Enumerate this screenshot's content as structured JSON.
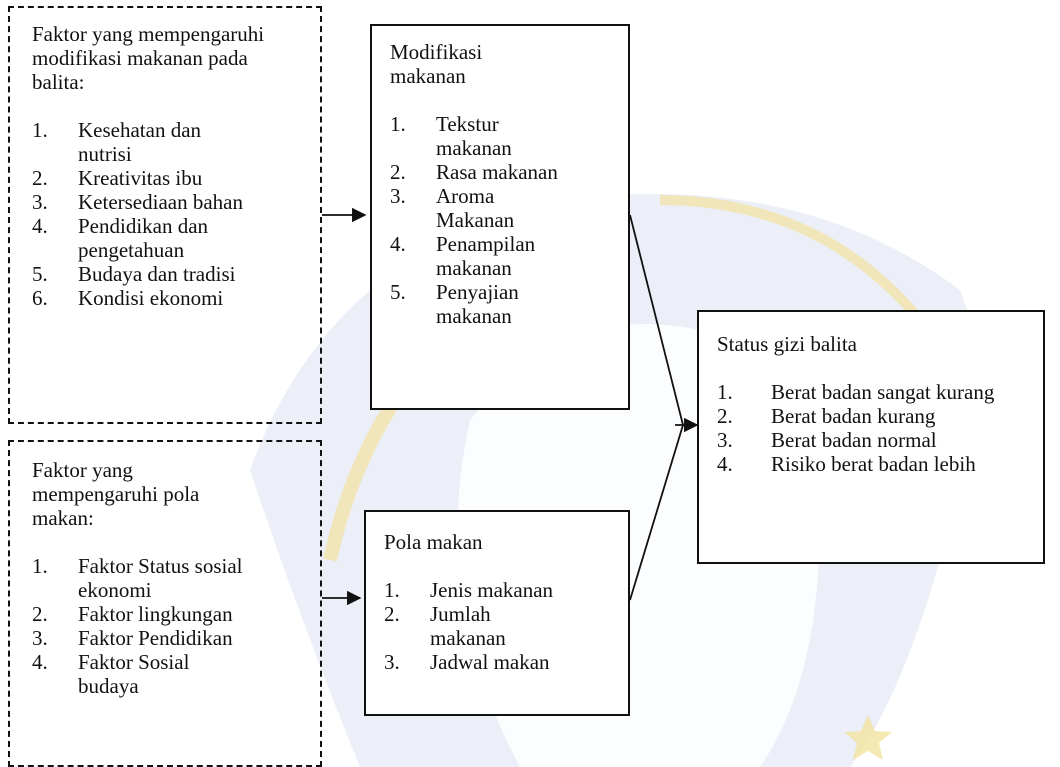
{
  "colors": {
    "line": "#111111",
    "watermark_blue": "#c9cdeb",
    "watermark_yellow": "#f5e6a8"
  },
  "factors_modification": {
    "title": "Faktor yang mempengaruhi modifikasi makanan pada balita:",
    "items": [
      {
        "num": "1.",
        "text": "Kesehatan dan nutrisi"
      },
      {
        "num": "2.",
        "text": "Kreativitas ibu"
      },
      {
        "num": "3.",
        "text": "Ketersediaan bahan"
      },
      {
        "num": "4.",
        "text": "Pendidikan dan pengetahuan"
      },
      {
        "num": "5.",
        "text": "Budaya dan tradisi"
      },
      {
        "num": "6.",
        "text": "Kondisi ekonomi"
      }
    ]
  },
  "factors_pattern": {
    "title": "Faktor yang mempengaruhi pola makan:",
    "items": [
      {
        "num": "1.",
        "text": "Faktor Status sosial ekonomi"
      },
      {
        "num": "2.",
        "text": "Faktor lingkungan"
      },
      {
        "num": "3.",
        "text": "Faktor Pendidikan"
      },
      {
        "num": "4.",
        "text": "Faktor Sosial budaya"
      }
    ]
  },
  "modification": {
    "title": "Modifikasi makanan",
    "items": [
      {
        "num": "1.",
        "text": "Tekstur makanan"
      },
      {
        "num": "2.",
        "text": "Rasa makanan"
      },
      {
        "num": "3.",
        "text": "Aroma Makanan"
      },
      {
        "num": "4.",
        "text": "Penampilan makanan"
      },
      {
        "num": "5.",
        "text": "Penyajian makanan"
      }
    ]
  },
  "eating_pattern": {
    "title": "Pola makan",
    "items": [
      {
        "num": "1.",
        "text": "Jenis makanan"
      },
      {
        "num": "2.",
        "text": "Jumlah makanan"
      },
      {
        "num": "3.",
        "text": "Jadwal makan"
      }
    ]
  },
  "nutrition_status": {
    "title": "Status gizi balita",
    "items": [
      {
        "num": "1.",
        "text": "Berat badan sangat kurang"
      },
      {
        "num": "2.",
        "text": "Berat badan kurang"
      },
      {
        "num": "3.",
        "text": "Berat badan normal"
      },
      {
        "num": "4.",
        "text": "Risiko berat badan lebih"
      }
    ]
  }
}
